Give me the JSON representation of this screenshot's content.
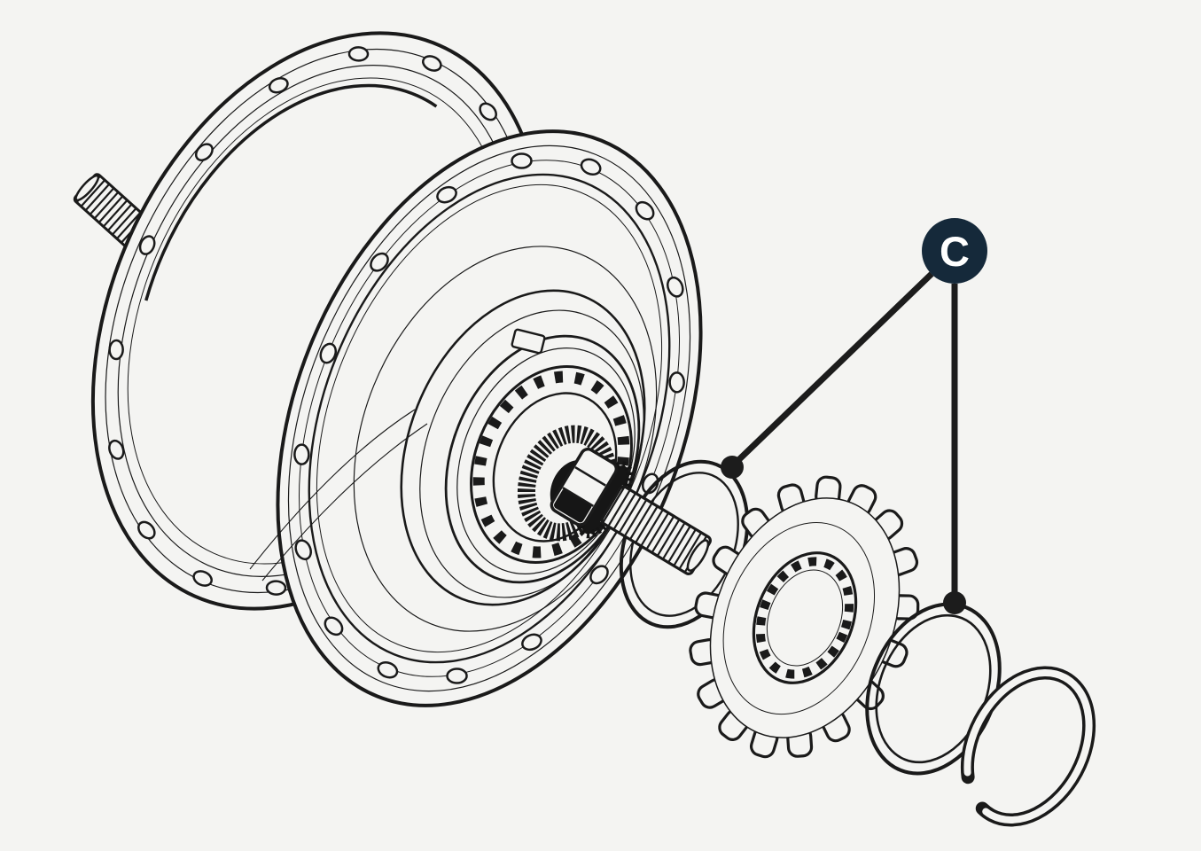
{
  "page": {
    "background_color": "#f4f4f2"
  },
  "diagram": {
    "kind": "exploded-parts-line-illustration",
    "subject": "geared-bicycle-hub-with-sprocket-and-retaining-rings",
    "ink_color": "#1a1a1a",
    "background_color": "#f4f4f2",
    "callout": {
      "label": "C",
      "badge_fill": "#15293a",
      "badge_text_fill": "#ffffff",
      "leader_color": "#1c1c1c",
      "leader_dots": 2
    },
    "parts": [
      "left-axle-stub",
      "spoke-flange-far",
      "spoke-flange-near",
      "hub-cover-rings",
      "lockring",
      "splined-driver",
      "axle-nut",
      "threaded-axle",
      "dust-cap-ring",
      "sprocket",
      "snap-ring",
      "circlip"
    ]
  }
}
